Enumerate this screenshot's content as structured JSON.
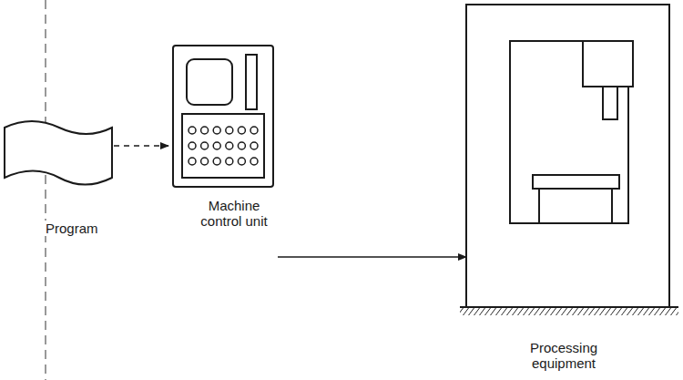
{
  "diagram": {
    "nodes": [
      {
        "text": [
          "Program"
        ]
      },
      {
        "text": [
          "Machine control unit"
        ]
      },
      {
        "text": [
          "Processing equipment"
        ]
      }
    ],
    "edges": [
      {
        "from": 0,
        "to": 1,
        "arrow": "to"
      },
      {
        "from": 1,
        "to": 2,
        "arrow": "to"
      }
    ]
  }
}
